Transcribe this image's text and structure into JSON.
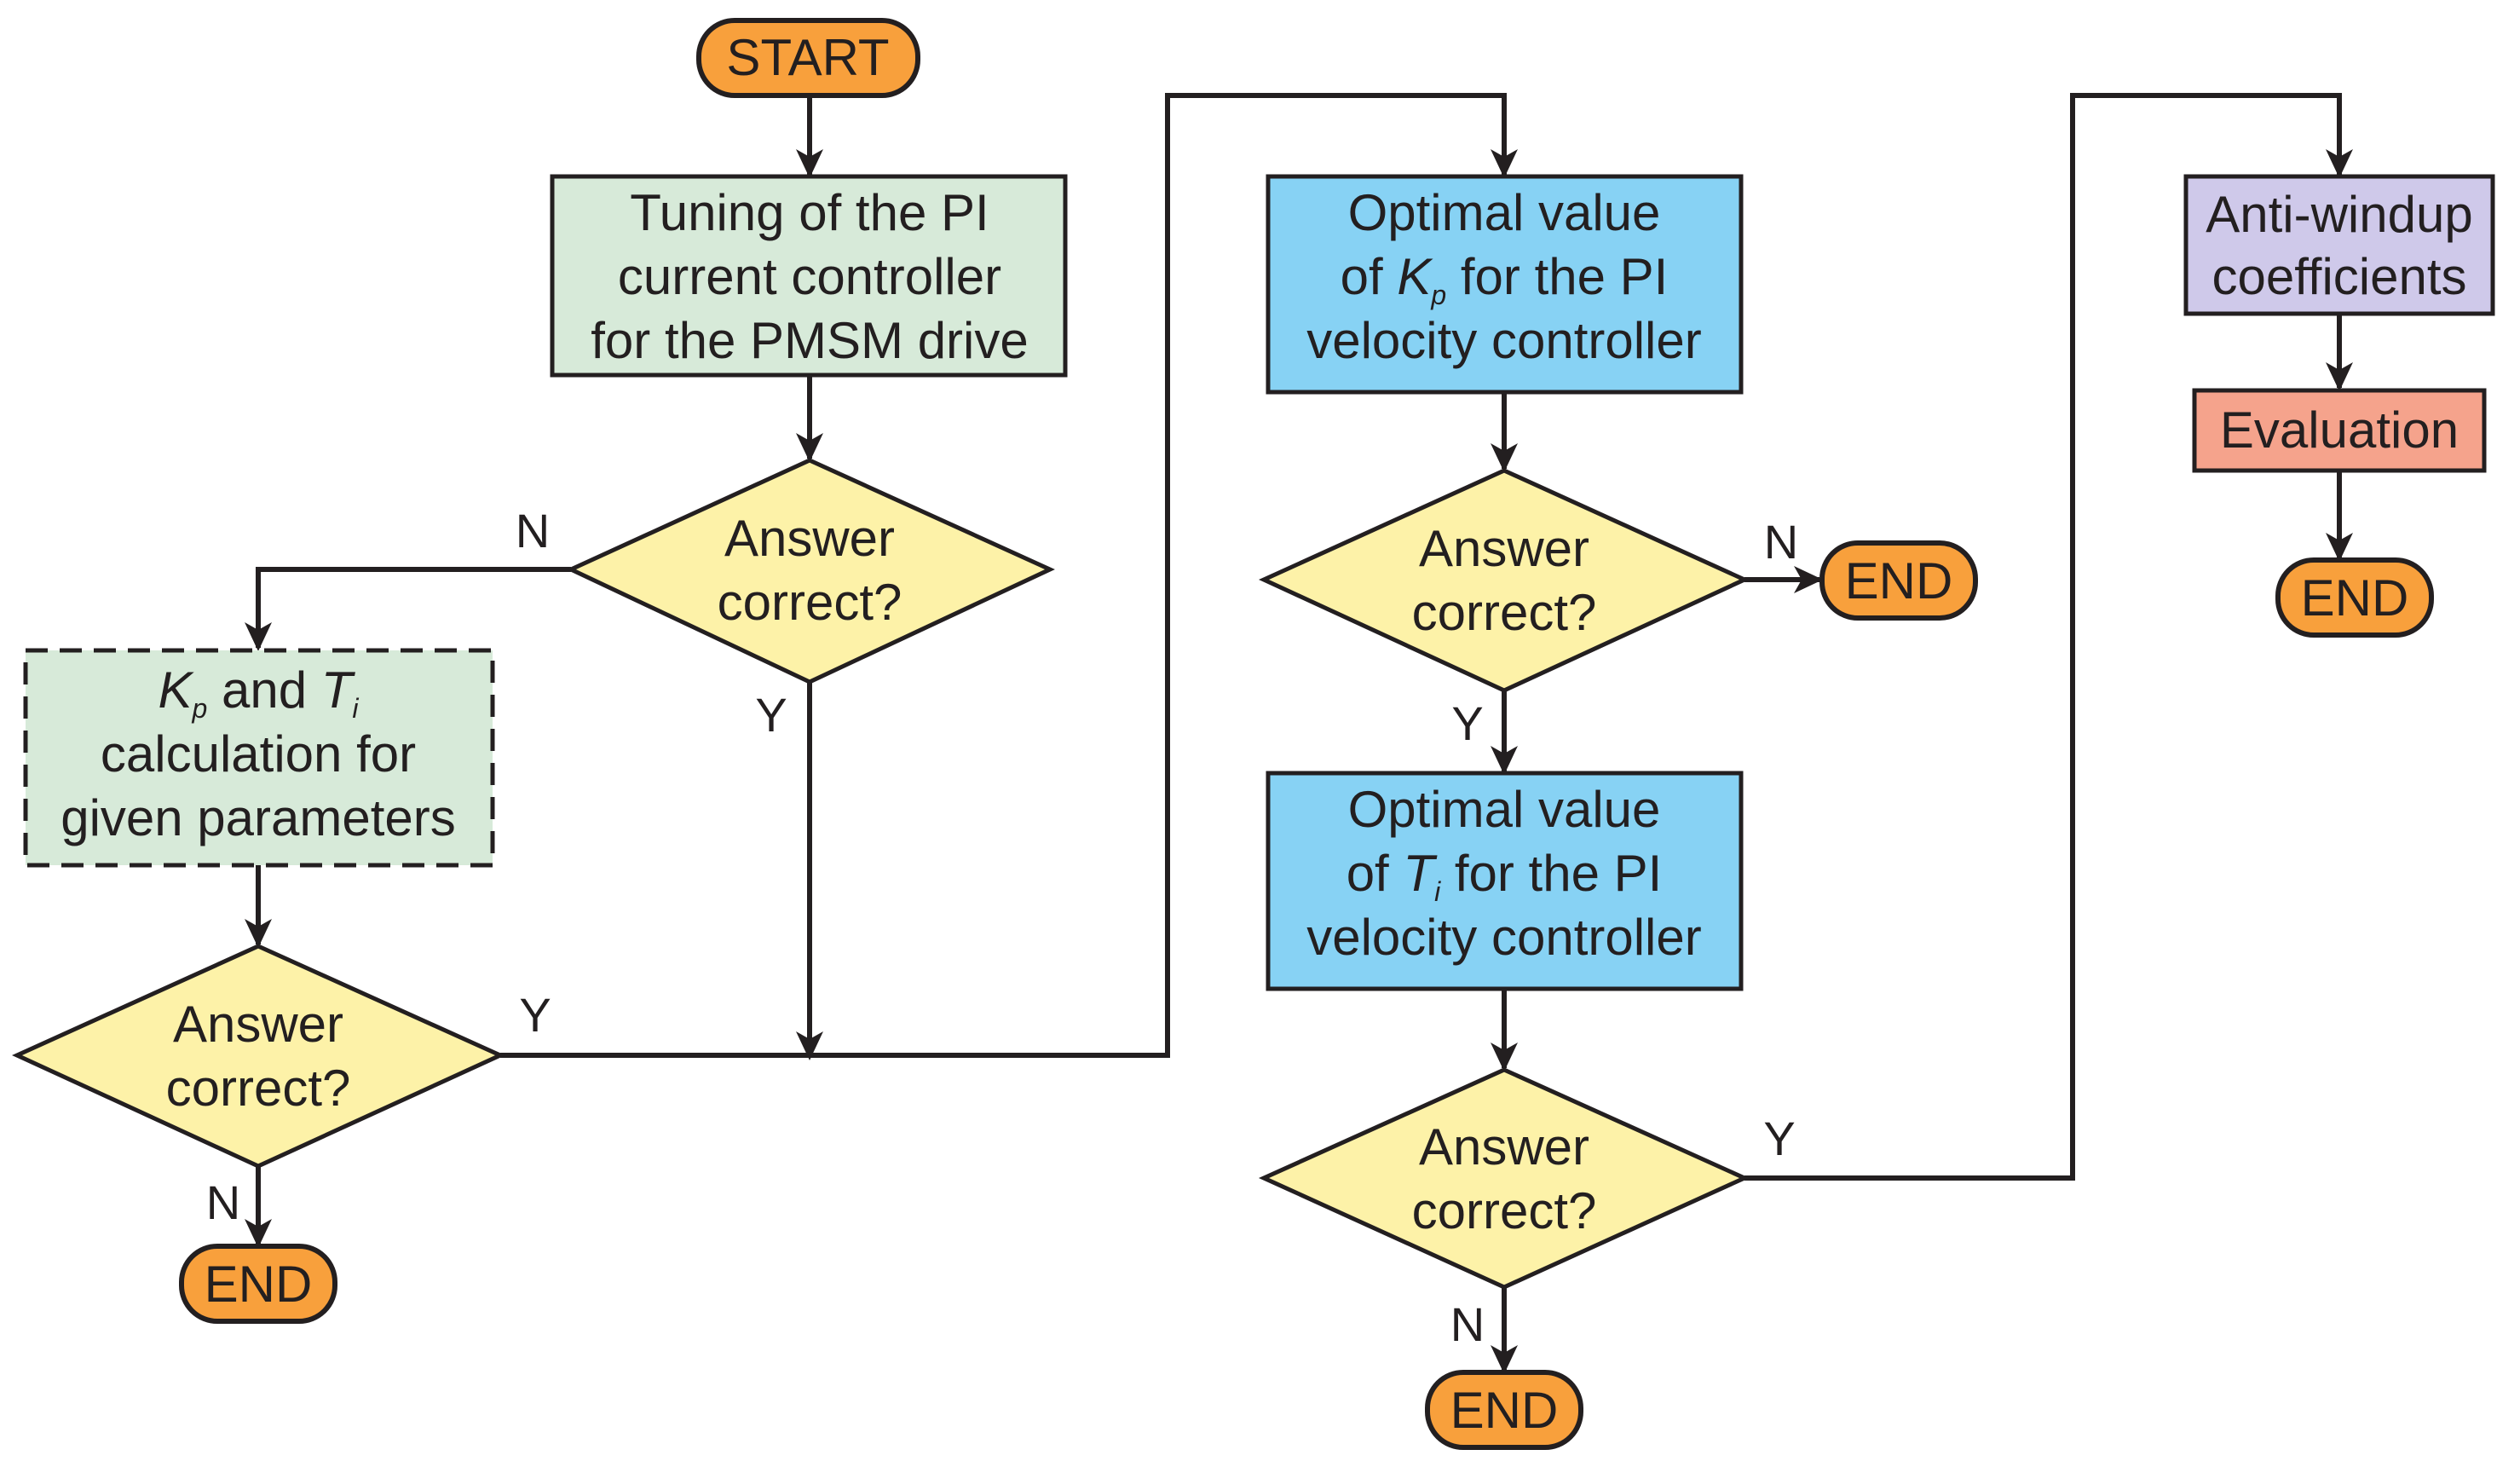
{
  "colors": {
    "terminal": "#f8a03c",
    "process_green": "#d7ead9",
    "process_blue": "#87d2f4",
    "process_purple": "#cfc9ea",
    "process_salmon": "#f5a38c",
    "decision": "#fdf2a8",
    "stroke": "#231f20"
  },
  "nodes": {
    "start": "START",
    "tuning": [
      "Tuning of the PI",
      "current controller",
      "for the PMSM drive"
    ],
    "decision_1": [
      "Answer",
      "correct?"
    ],
    "kp_ti_calc": {
      "kp_symbol": "K",
      "kp_subscript": "p",
      "and": " and ",
      "ti_symbol": "T",
      "ti_subscript": "i",
      "line2": "calculation for",
      "line3": "given parameters"
    },
    "decision_2": [
      "Answer",
      "correct?"
    ],
    "end_1": "END",
    "optimal_kp": {
      "line1": "Optimal value",
      "pre": "of ",
      "symbol": "K",
      "subscript": "p",
      "post": " for the PI",
      "line3": "velocity controller"
    },
    "decision_3": [
      "Answer",
      "correct?"
    ],
    "end_2": "END",
    "optimal_ti": {
      "line1": "Optimal value",
      "pre": "of ",
      "symbol": "T",
      "subscript": "i",
      "post": " for the PI",
      "line3": "velocity controller"
    },
    "decision_4": [
      "Answer",
      "correct?"
    ],
    "end_3": "END",
    "anti_windup": [
      "Anti-windup",
      "coefficients"
    ],
    "evaluation": "Evaluation",
    "end_4": "END"
  },
  "edge_labels": {
    "d1_no": "N",
    "d1_yes": "Y",
    "d2_yes": "Y",
    "d2_no": "N",
    "d3_no": "N",
    "d3_yes": "Y",
    "d4_yes": "Y",
    "d4_no": "N"
  }
}
